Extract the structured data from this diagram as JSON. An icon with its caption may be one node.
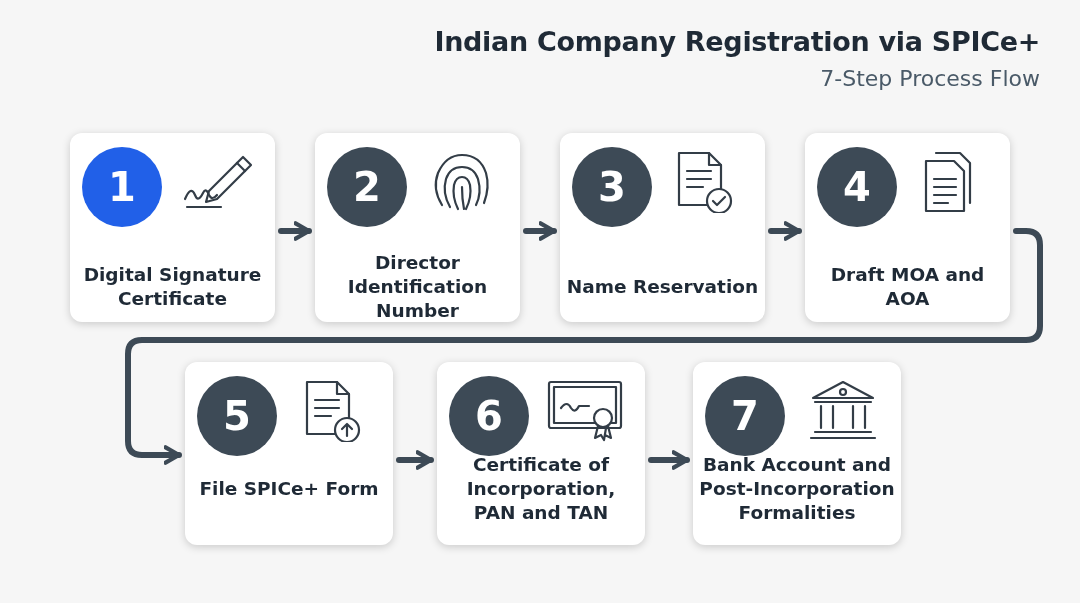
{
  "diagram": {
    "title": "Indian Company Registration via SPICe+",
    "caption": "7-Step Process Flow",
    "nodes": [
      {
        "text": [
          "1",
          "Digital Signature Certificate"
        ]
      },
      {
        "text": [
          "2",
          "Director Identification Number"
        ]
      },
      {
        "text": [
          "3",
          "Name Reservation"
        ]
      },
      {
        "text": [
          "4",
          "Draft MOA and AOA"
        ]
      },
      {
        "text": [
          "5",
          "File SPICe+ Form"
        ]
      },
      {
        "text": [
          "6",
          "Certificate of Incorporation, PAN and TAN"
        ]
      },
      {
        "text": [
          "7",
          "Bank Account and Post-Incorporation Formalities"
        ]
      }
    ],
    "edges": [
      {
        "from": 0,
        "to": 1,
        "arrow": "to"
      },
      {
        "from": 1,
        "to": 2,
        "arrow": "to"
      },
      {
        "from": 2,
        "to": 3,
        "arrow": "to"
      },
      {
        "from": 3,
        "to": 4,
        "arrow": "to"
      },
      {
        "from": 4,
        "to": 5,
        "arrow": "to"
      },
      {
        "from": 5,
        "to": 6,
        "arrow": "to"
      }
    ]
  }
}
